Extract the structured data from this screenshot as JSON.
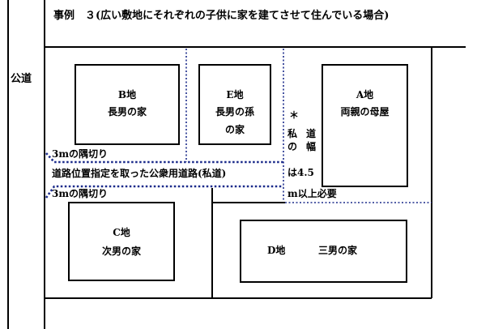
{
  "title": "事例　３(広い敷地にそれぞれの子供に家を建てさせて住んでいる場合)",
  "public_road": "公道",
  "lots": [
    {
      "id": "B",
      "name": "B地",
      "desc": "長男の家"
    },
    {
      "id": "E",
      "name": "E地",
      "desc_line1": "長男の孫",
      "desc_line2": "の家"
    },
    {
      "id": "A",
      "name": "A地",
      "desc": "両親の母屋"
    },
    {
      "id": "C",
      "name": "C地",
      "desc": "次男の家"
    },
    {
      "id": "D",
      "name": "D地",
      "desc": "三男の家"
    }
  ],
  "corner_cut_top": "3mの隅切り",
  "corner_cut_bottom": "3mの隅切り",
  "private_road": "道路位置指定を取った公衆用道路(私道)",
  "note": {
    "star": "＊",
    "col1": "私の",
    "col2": "道幅",
    "line3": "は4.5",
    "line4": "m以上必要"
  },
  "colors": {
    "line": "#000000",
    "dotted": "#1a2a8a"
  }
}
